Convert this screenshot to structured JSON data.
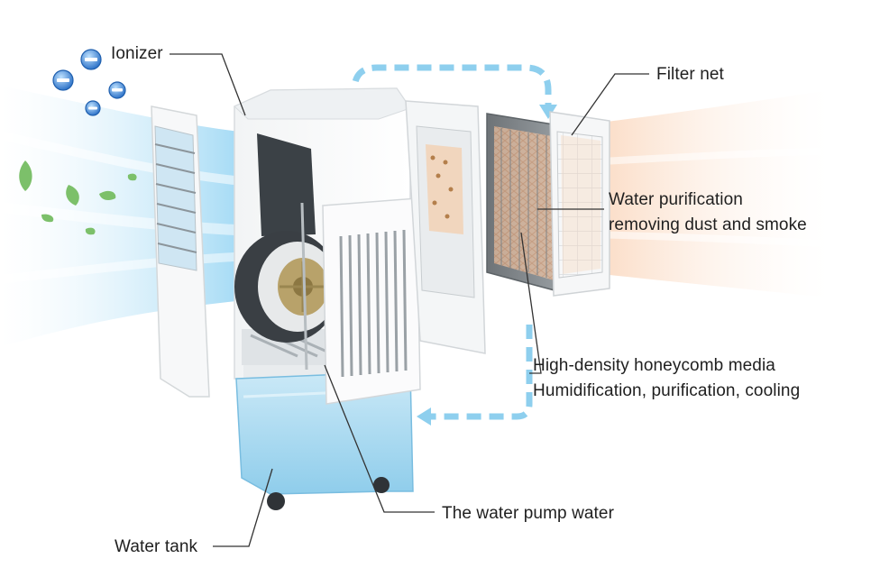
{
  "labels": {
    "ionizer": "Ionizer",
    "filter_net": "Filter net",
    "water_purification": {
      "line1": "Water purification",
      "line2": "removing dust and smoke"
    },
    "honeycomb": {
      "line1": "High-density honeycomb media",
      "line2": "Humidification, purification, cooling"
    },
    "water_pump": "The water pump water",
    "water_tank": "Water tank"
  },
  "colors": {
    "airflow_cool": "#8fd3f4",
    "airflow_warm": "#f7c79a",
    "water": "#9fd6ee",
    "circulation_arrow": "#8ecfee",
    "ion_blue": "#3a7fd0",
    "leaf_green": "#7cc06a",
    "media_orange": "#f0b78a",
    "leader_line": "#333333"
  },
  "icons": [
    "negative-ion-icon",
    "leaf-icon",
    "circulation-arrow-icon"
  ]
}
